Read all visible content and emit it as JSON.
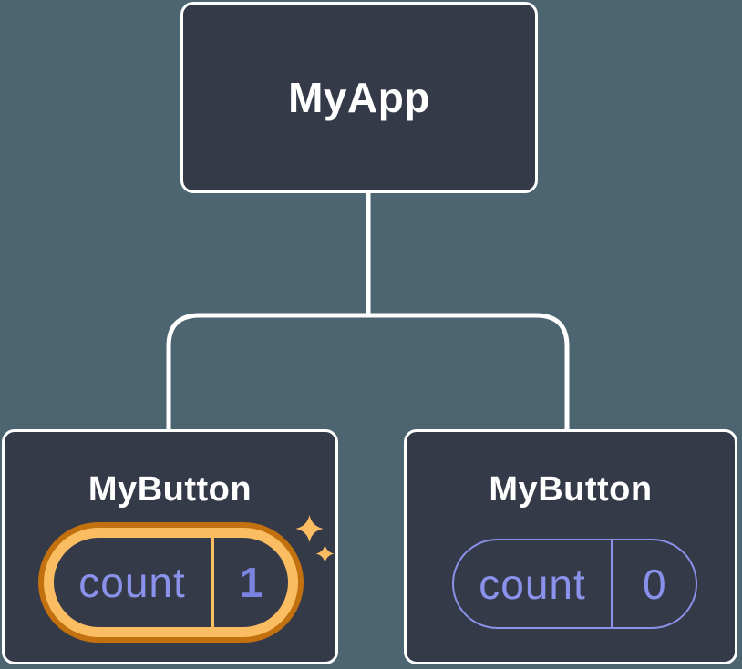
{
  "diagram": {
    "root": {
      "label": "MyApp"
    },
    "children": [
      {
        "label": "MyButton",
        "state": {
          "name": "count",
          "value": "1"
        },
        "highlighted": true,
        "highlight_icon": "sparkles-icon"
      },
      {
        "label": "MyButton",
        "state": {
          "name": "count",
          "value": "0"
        },
        "highlighted": false
      }
    ]
  },
  "colors": {
    "background": "#4D6570",
    "node_fill": "#353A48",
    "node_border": "#FFFFFF",
    "connector": "#FFFFFF",
    "node_label_text": "#FFFFFF",
    "state_name_text": "#8B92EC",
    "state_value_highlighted_text": "#7B83E0",
    "state_value_plain_text": "#8A91EC",
    "state_pill_border": "#8A91E8",
    "highlight_ring_outer": "#C3710F",
    "highlight_ring_inner": "#FABD62",
    "sparkle": "#FABD62"
  }
}
